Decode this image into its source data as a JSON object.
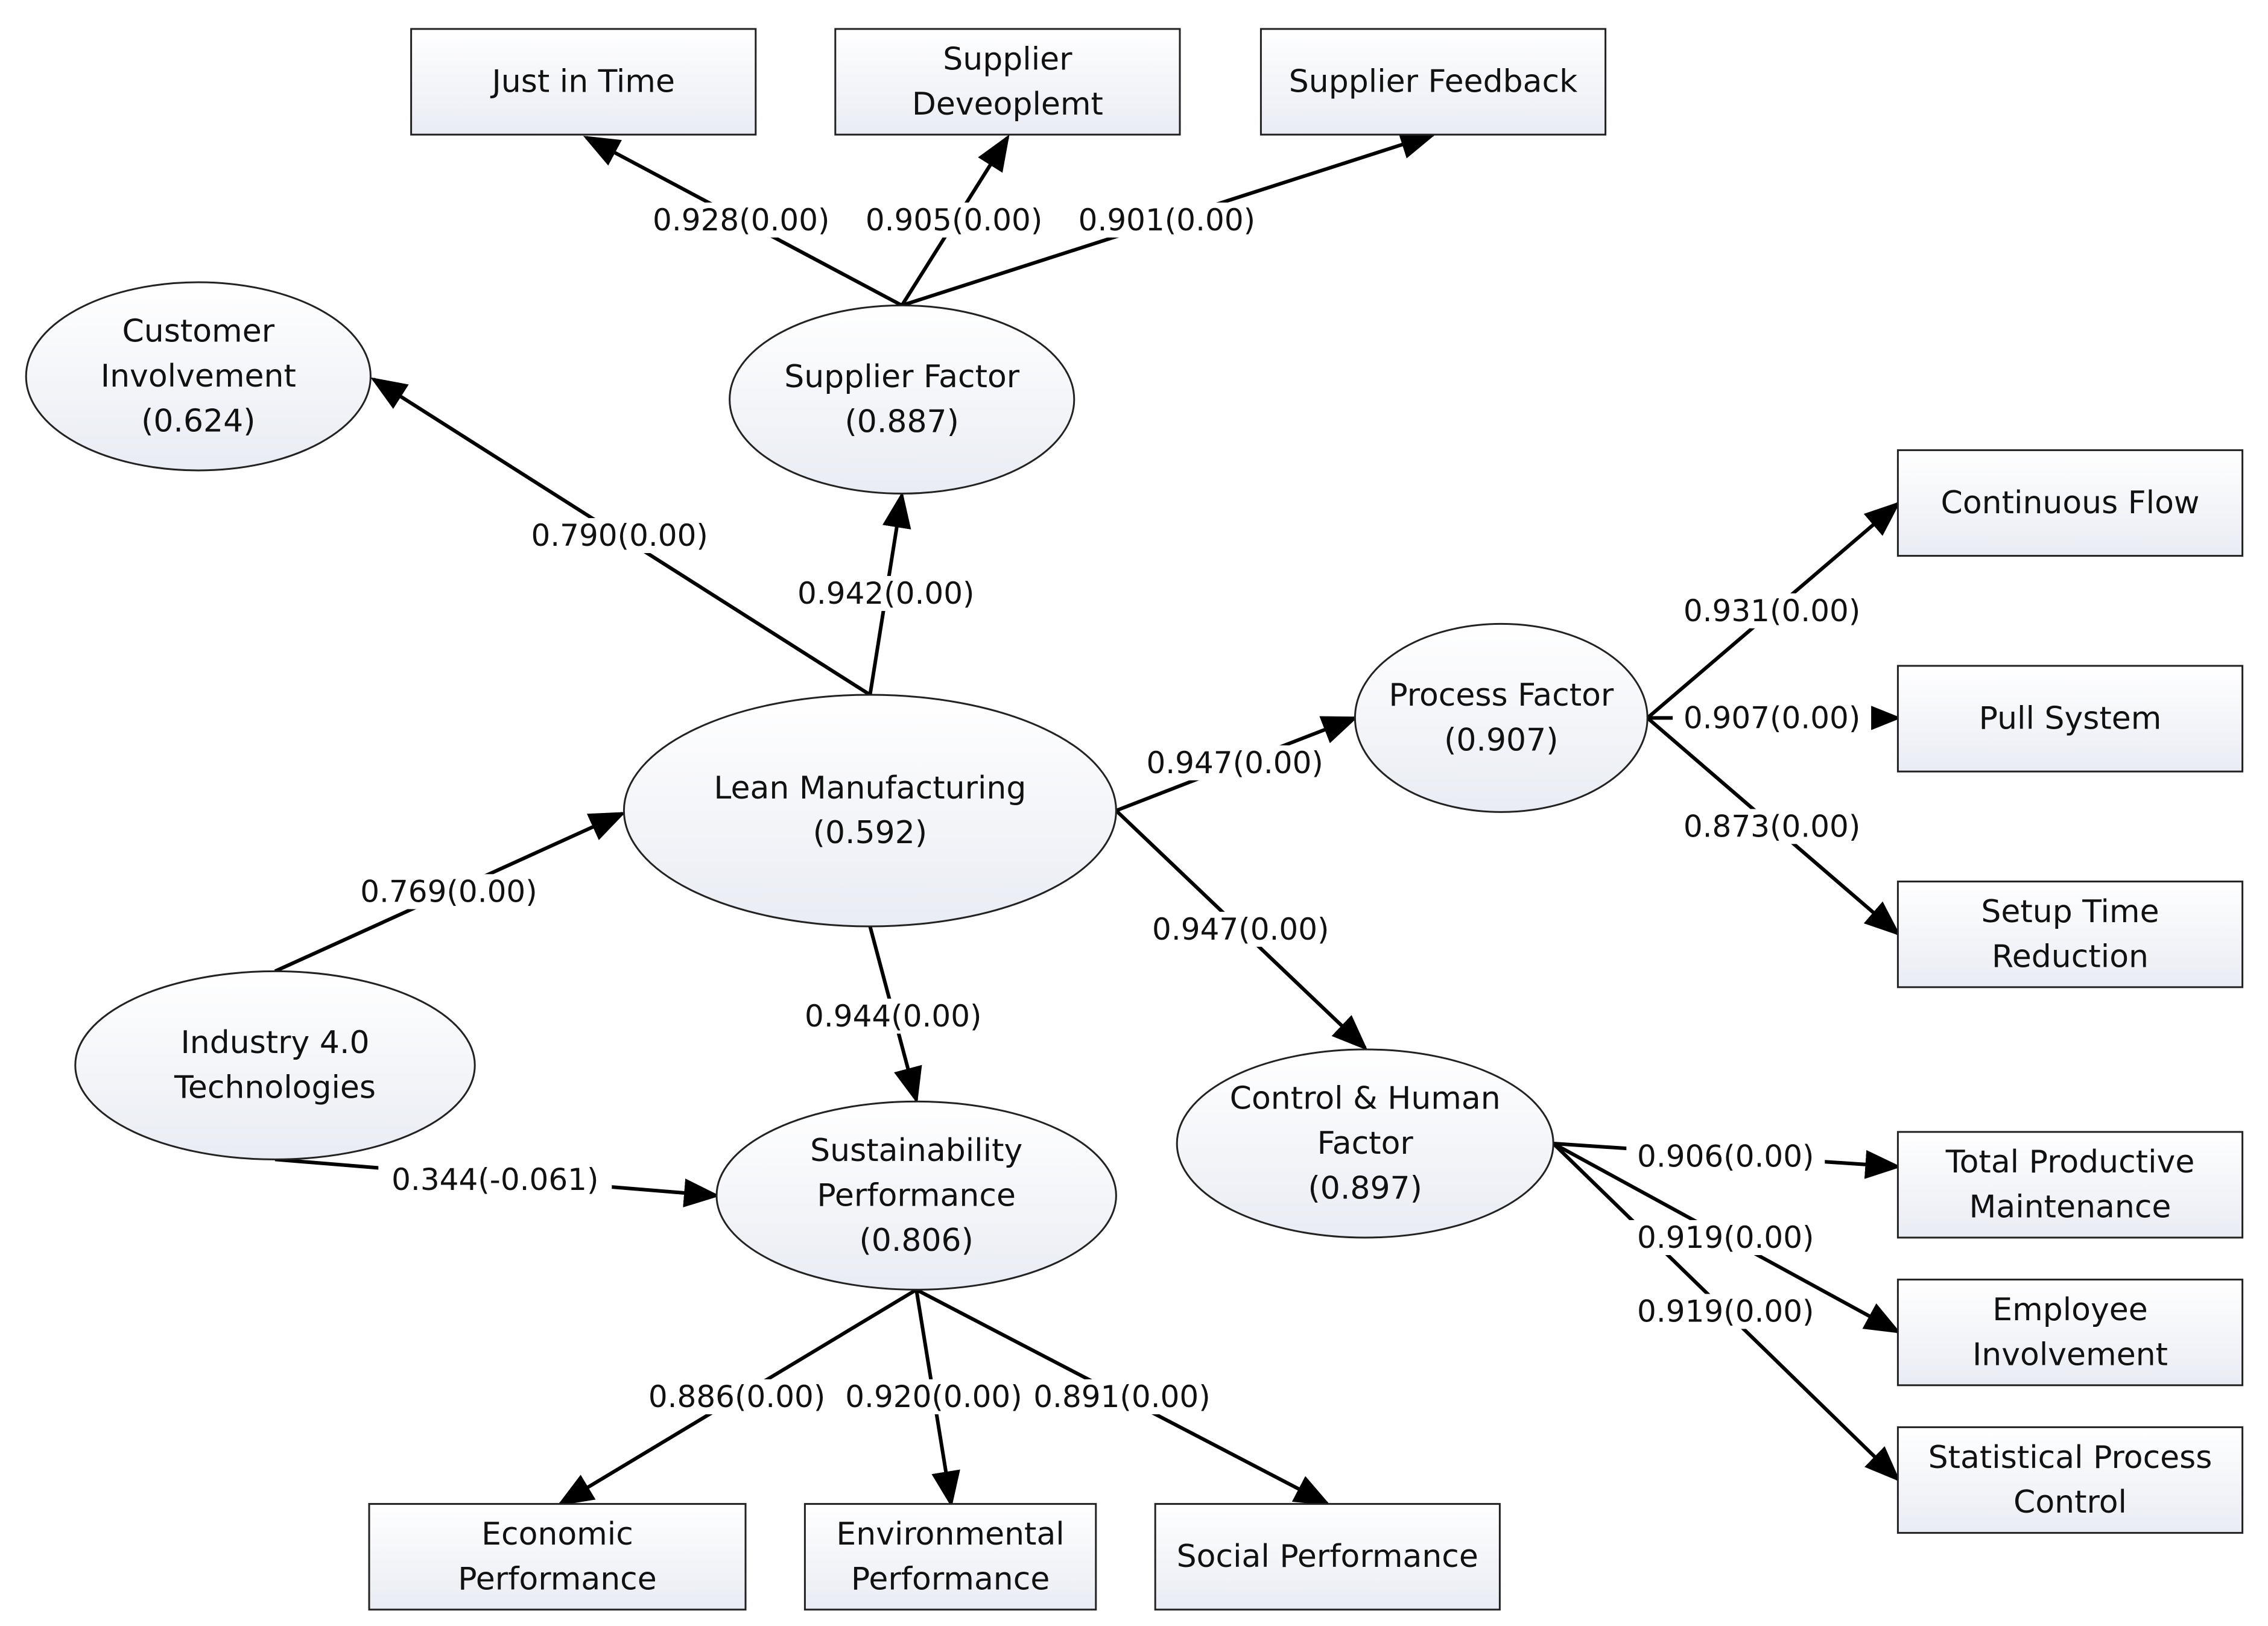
{
  "colors": {
    "node_fill_light": "#ffffff",
    "node_fill_shade": "#e9ecf3",
    "line": "#000000",
    "text": "#111111"
  },
  "constructs": {
    "lean": {
      "lines": [
        "Lean Manufacturing",
        "(0.592)"
      ]
    },
    "supplier": {
      "lines": [
        "Supplier Factor",
        "(0.887)"
      ]
    },
    "customer": {
      "lines": [
        "Customer",
        "Involvement",
        "(0.624)"
      ]
    },
    "process": {
      "lines": [
        "Process Factor",
        "(0.907)"
      ]
    },
    "control": {
      "lines": [
        "Control & Human",
        "Factor",
        "(0.897)"
      ]
    },
    "industry": {
      "lines": [
        "Industry 4.0",
        "Technologies"
      ]
    },
    "sustain": {
      "lines": [
        "Sustainability",
        "Performance",
        "(0.806)"
      ]
    }
  },
  "indicators": {
    "jit": {
      "lines": [
        "Just in Time"
      ]
    },
    "supdev": {
      "lines": [
        "Supplier",
        "Deveoplemt"
      ]
    },
    "supfb": {
      "lines": [
        "Supplier Feedback"
      ]
    },
    "cflow": {
      "lines": [
        "Continuous Flow"
      ]
    },
    "pull": {
      "lines": [
        "Pull System"
      ]
    },
    "setup": {
      "lines": [
        "Setup Time",
        "Reduction"
      ]
    },
    "tpm": {
      "lines": [
        "Total Productive",
        "Maintenance"
      ]
    },
    "empinv": {
      "lines": [
        "Employee",
        "Involvement"
      ]
    },
    "spc": {
      "lines": [
        "Statistical Process",
        "Control"
      ]
    },
    "econ": {
      "lines": [
        "Economic",
        "Performance"
      ]
    },
    "envir": {
      "lines": [
        "Environmental",
        "Performance"
      ]
    },
    "social": {
      "lines": [
        "Social Performance"
      ]
    }
  },
  "paths": {
    "sup_jit": "0.928(0.00)",
    "sup_supdev": "0.905(0.00)",
    "sup_supfb": "0.901(0.00)",
    "lean_cust": "0.790(0.00)",
    "lean_sup": "0.942(0.00)",
    "lean_proc": "0.947(0.00)",
    "lean_ctrl": "0.947(0.00)",
    "lean_sust": "0.944(0.00)",
    "ind_lean": "0.769(0.00)",
    "ind_sust": "0.344(-0.061)",
    "proc_cflow": "0.931(0.00)",
    "proc_pull": "0.907(0.00)",
    "proc_setup": "0.873(0.00)",
    "ctrl_tpm": "0.906(0.00)",
    "ctrl_emp": "0.919(0.00)",
    "ctrl_spc": "0.919(0.00)",
    "sust_econ": "0.886(0.00)",
    "sust_env": "0.920(0.00)",
    "sust_soc": "0.891(0.00)"
  }
}
